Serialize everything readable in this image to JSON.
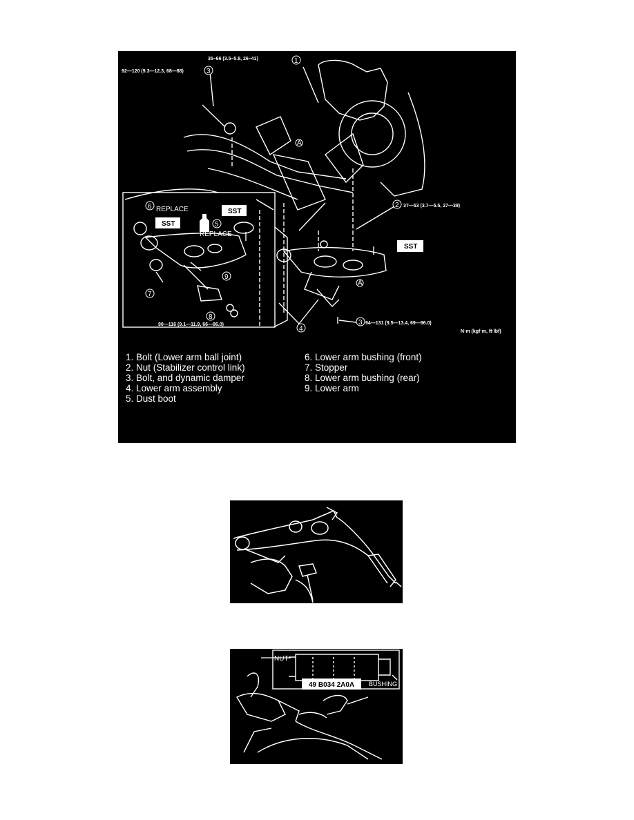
{
  "figure1": {
    "torque_top": "35–66 (3.5–5.8, 26–41)",
    "torque_bolt3_top": "92—120 (9.3—12.3, 68—88)",
    "torque_nut2": "37—53 (3.7—5.5, 27—39)",
    "torque_bolt3_bottom": "94—131 (9.5—13.4, 69—96.0)",
    "torque_inset": "90—116 (9.1—11.9, 66—86.0)",
    "units": "N·m (kgf·m, ft·lbf)",
    "replace_1": "REPLACE",
    "replace_2": "REPLACE",
    "sst": "SST",
    "marker_a": "A",
    "callouts": [
      "1",
      "2",
      "3",
      "4",
      "5",
      "6",
      "7",
      "8",
      "9"
    ],
    "legend_left": [
      "1.  Bolt (Lower arm ball joint)",
      "2.  Nut (Stabilizer control link)",
      "3.  Bolt, and dynamic damper",
      "4.  Lower arm assembly",
      "5.  Dust boot"
    ],
    "legend_right": [
      "6.  Lower arm bushing (front)",
      "7.  Stopper",
      "8.  Lower arm bushing (rear)",
      "9.  Lower arm"
    ]
  },
  "figure3": {
    "nut_label": "NUT",
    "tool_number": "49 B034 2A0A",
    "bushing_label": "BUSHING"
  }
}
